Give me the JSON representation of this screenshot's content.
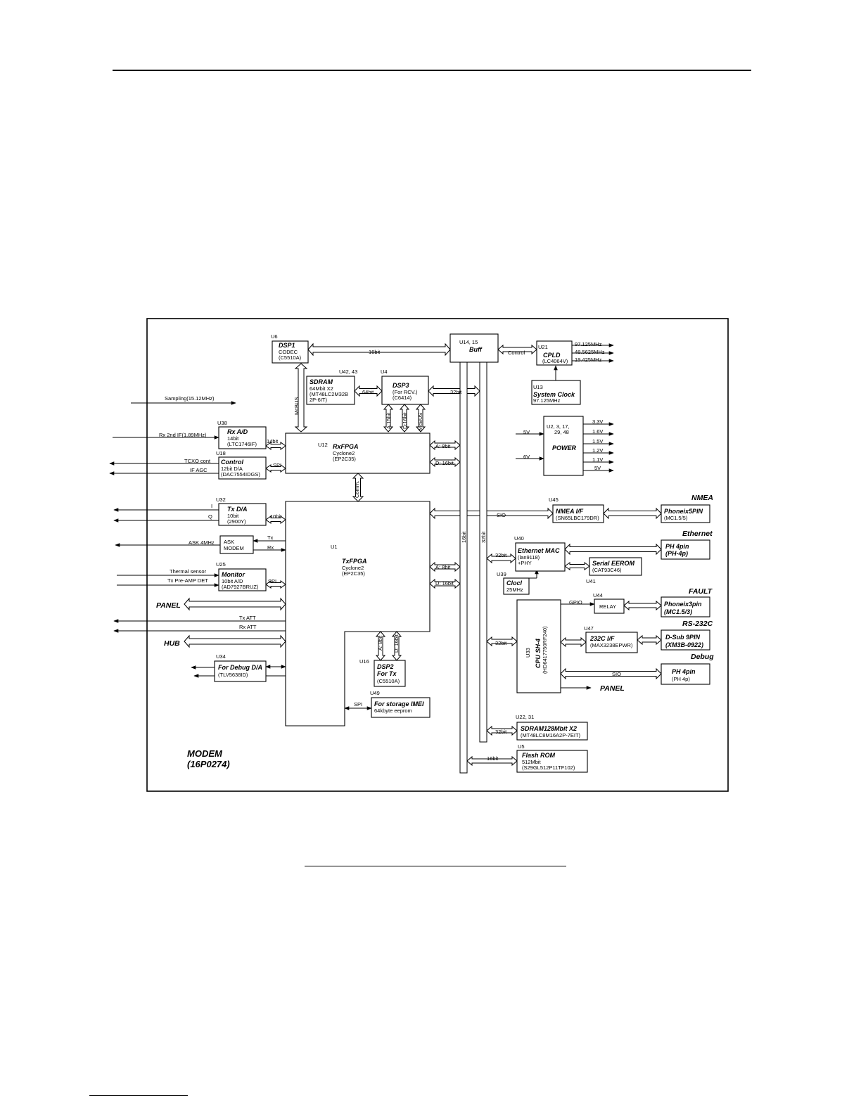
{
  "diagram": {
    "blocks": [
      {
        "id": "u6",
        "ref": "U6",
        "title": "DSP1",
        "lines": [
          "CODEC",
          "(C5510A)"
        ]
      },
      {
        "id": "u14",
        "ref": "U14, 15",
        "title": "Buff",
        "lines": []
      },
      {
        "id": "u21",
        "ref": "U21",
        "title": "CPLD",
        "lines": [
          "(LC4064V)"
        ]
      },
      {
        "id": "u13",
        "ref": "U13",
        "title": "System Clock",
        "lines": [
          "97.125MHz"
        ]
      },
      {
        "id": "sdram",
        "ref": "U42, 43",
        "title": "SDRAM",
        "lines": [
          "64Mbit X2",
          "(MT48LC2M32B",
          "2P-6IT)"
        ]
      },
      {
        "id": "u4",
        "ref": "U4",
        "title": "DSP3",
        "lines": [
          "(For RCV.)",
          "(C6414)"
        ]
      },
      {
        "id": "power",
        "ref": "",
        "title": "POWER",
        "lines": [
          "U2, 3, 17,",
          "29, 48"
        ]
      },
      {
        "id": "u38",
        "ref": "U38",
        "title": "Rx A/D",
        "lines": [
          "14bit",
          "(LTC1746IF)"
        ]
      },
      {
        "id": "u12",
        "ref": "U12",
        "title": "RxFPGA",
        "lines": [
          "Cyclone2",
          "(EP2C35)"
        ]
      },
      {
        "id": "u18",
        "ref": "U18",
        "title": "Control",
        "lines": [
          "12bit D/A",
          "(DAC7554IDGS)"
        ]
      },
      {
        "id": "u32",
        "ref": "U32",
        "title": "Tx D/A",
        "lines": [
          "10bit",
          "(2900Y)"
        ]
      },
      {
        "id": "ask",
        "ref": "",
        "title": "",
        "lines": [
          "ASK",
          "MODEM"
        ]
      },
      {
        "id": "u25",
        "ref": "U25",
        "title": "Monitor",
        "lines": [
          "10bit A/D",
          "(AD7927BRUZ)"
        ]
      },
      {
        "id": "u1",
        "ref": "U1",
        "title": "TxFPGA",
        "lines": [
          "Cyclone2",
          "(EP2C35)"
        ]
      },
      {
        "id": "u34",
        "ref": "U34",
        "title": "For Debug D/A",
        "lines": [
          "(TLV5638ID)"
        ]
      },
      {
        "id": "u16",
        "ref": "U16",
        "title": "DSP2",
        "lines": [
          "For Tx",
          "(C5510A)"
        ]
      },
      {
        "id": "u49",
        "ref": "U49",
        "title": "For storage IMEI",
        "lines": [
          "64kbyte eeprom"
        ]
      },
      {
        "id": "u45",
        "ref": "U45",
        "title": "NMEA I/F",
        "lines": [
          "(SN65LBC179DR)"
        ]
      },
      {
        "id": "nmea_conn",
        "ref": "",
        "title": "Phoneix5PIN",
        "lines": [
          "(MC1.5/5)"
        ]
      },
      {
        "id": "u40",
        "ref": "U40",
        "title": "Ethernet MAC",
        "lines": [
          "(lan9118)",
          "+PHY"
        ]
      },
      {
        "id": "eth_conn",
        "ref": "",
        "title": "PH 4pin",
        "lines": [
          "(PH-4p)"
        ]
      },
      {
        "id": "u41",
        "ref": "U41",
        "title": "Serial EEROM",
        "lines": [
          "(CAT93C46)"
        ]
      },
      {
        "id": "u39",
        "ref": "U39",
        "title": "Clocl",
        "lines": [
          "25MHz"
        ]
      },
      {
        "id": "u33",
        "ref": "U33",
        "title": "CPU SH-4",
        "lines": [
          "(HD6417750RF240)"
        ]
      },
      {
        "id": "u44",
        "ref": "U44",
        "title": "",
        "lines": [
          "RELAY"
        ]
      },
      {
        "id": "fault_conn",
        "ref": "",
        "title": "Phoneix3pin",
        "lines": [
          "(MC1.5/3)"
        ]
      },
      {
        "id": "u47",
        "ref": "U47",
        "title": "232C I/F",
        "lines": [
          "(MAX3238EPWR)"
        ]
      },
      {
        "id": "rs_conn",
        "ref": "",
        "title": "D-Sub 9PIN",
        "lines": [
          "(XM3B-0922)"
        ]
      },
      {
        "id": "dbg_conn",
        "ref": "",
        "title": "PH 4pin",
        "lines": [
          "(PH 4p)"
        ]
      },
      {
        "id": "u22",
        "ref": "U22, 31",
        "title": "SDRAM128Mbit X2",
        "lines": [
          "(MT48LC8M16A2P-7EIT)"
        ]
      },
      {
        "id": "u5",
        "ref": "U5",
        "title": "Flash ROM",
        "lines": [
          "512Mbit",
          "(S29GL512P11TF102)"
        ]
      }
    ],
    "signals": {
      "bus16_dsp1": "16bit",
      "control": "Control",
      "clk1": "97.125MHz",
      "clk2": "48.5625MHz",
      "clk3": "19.425MHz",
      "sampling": "Sampling(15.12MHz)",
      "mcbus_v": "McBUS",
      "bus64": "64bit",
      "bus32_dsp3": "32bit",
      "a15": "A:15bit",
      "d16": "D:16bit",
      "mcbus2": "McBUS",
      "v33": "3.3V",
      "v16": "1.6V",
      "v15": "1.5V",
      "v12": "1.2V",
      "v11": "1.1V",
      "v5out": "5V",
      "v5in": "5V",
      "v6in": "6V",
      "rx2nd": "Rx 2nd IF(1.89MHz)",
      "bit14": "14bit",
      "a8_rx": "A: 8bit",
      "d16_rx": "D: 16bit",
      "tcxo": "TCXO cont",
      "ifagc": "IF AGC",
      "spi_rx": "SPI",
      "comm": "Comm.",
      "sio_nmea": "SIO",
      "sig_i": "I",
      "sig_q": "Q",
      "bit10": "10bit",
      "tx": "Tx",
      "rx": "Rx",
      "ask4": "ASK 4MHz",
      "thermal": "Thermal sensor",
      "txpre": "Tx Pre-AMP DET",
      "spi_mon": "SPI",
      "a8_tx": "A: 8bit",
      "d16_tx": "D: 16bit",
      "bus16_v": "16bit",
      "bus32_v": "32bit",
      "bit32_eth": "32bit",
      "gpio": "GPIO",
      "bit32_cpu": "32bit",
      "sio_dbg": "SIO",
      "bit32_sdram": "32bit",
      "bit16_flash": "16bit",
      "tx_att": "Tx ATT",
      "rx_att": "Rx ATT",
      "a8_dsp2": "A: 8bit",
      "d16_dsp2": "D: 16bit",
      "spi_eeprom": "SPI"
    },
    "external": {
      "panel_left": "PANEL",
      "hub": "HUB",
      "panel_right": "PANEL",
      "nmea": "NMEA",
      "ethernet": "Ethernet",
      "fault": "FAULT",
      "rs232c": "RS-232C",
      "debug": "Debug"
    },
    "board": {
      "name": "MODEM",
      "part": "(16P0274)"
    }
  }
}
